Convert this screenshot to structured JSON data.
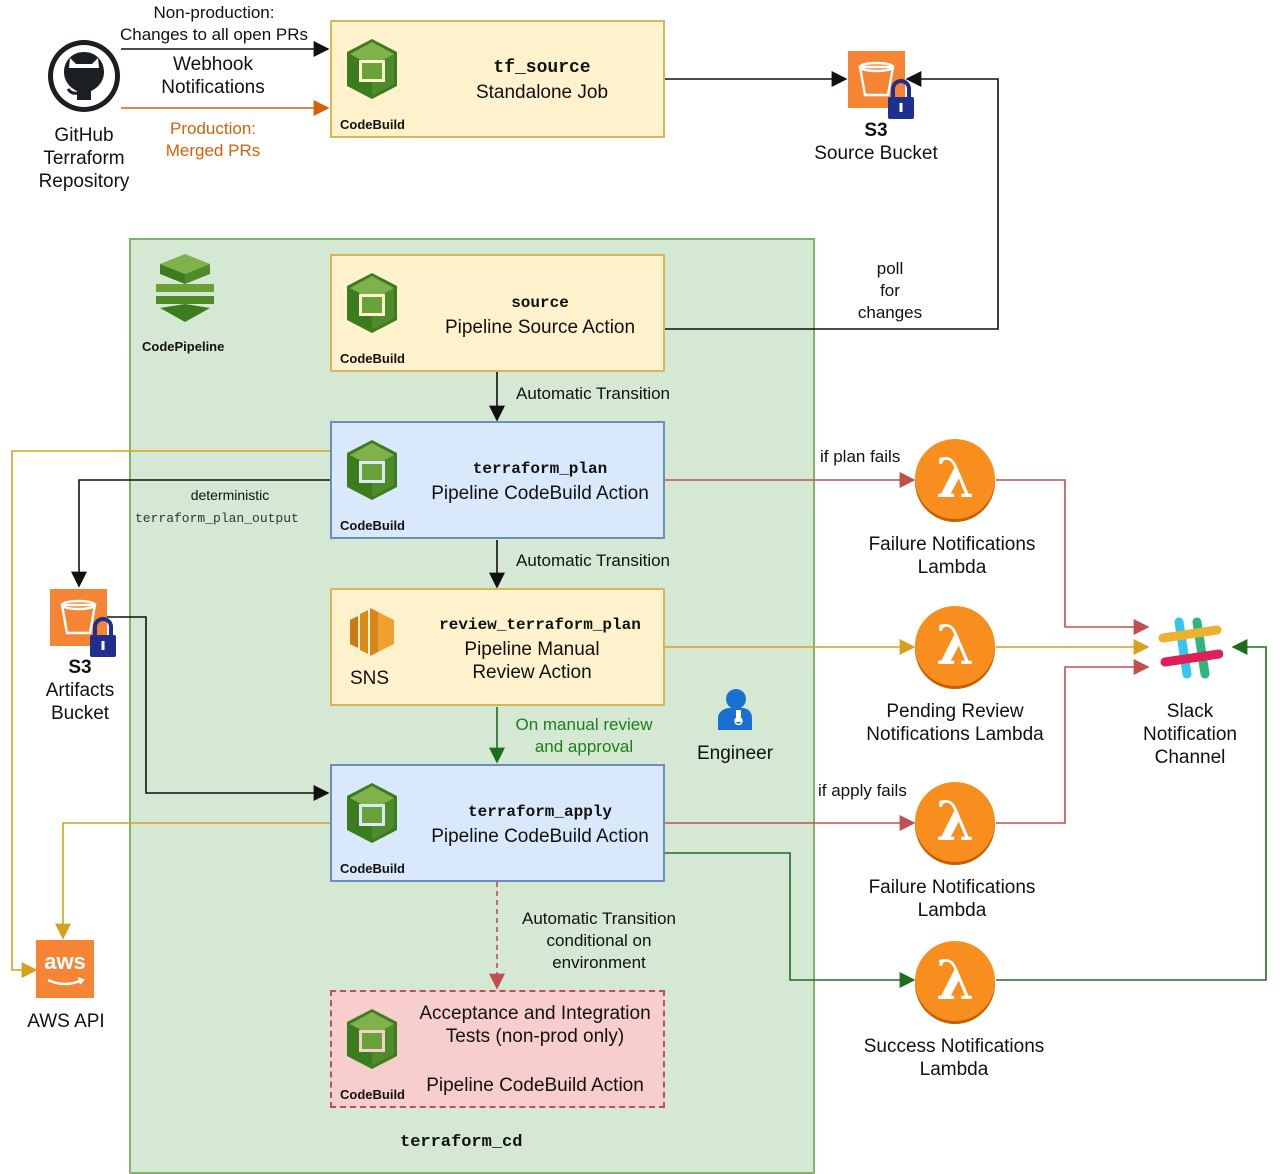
{
  "github": {
    "label_lines": [
      "GitHub",
      "Terraform",
      "Repository"
    ]
  },
  "edges": {
    "nonprod": [
      "Non-production:",
      "Changes to all open PRs"
    ],
    "webhook": [
      "Webhook",
      "Notifications"
    ],
    "prod": [
      "Production:",
      "Merged PRs"
    ],
    "poll": [
      "poll",
      "for",
      "changes"
    ],
    "auto1": "Automatic Transition",
    "auto2": "Automatic Transition",
    "manual": [
      "On manual review",
      "and approval"
    ],
    "auto3": [
      "Automatic Transition",
      "conditional on",
      "environment"
    ],
    "plan_fails": "if plan fails",
    "apply_fails": "if apply fails",
    "deterministic": "deterministic",
    "plan_output": "terraform_plan_output"
  },
  "tf_source": {
    "name": "tf_source",
    "desc": "Standalone Job",
    "service": "CodeBuild"
  },
  "s3_source": {
    "title": "S3",
    "label": "Source Bucket"
  },
  "pipeline": {
    "service": "CodePipeline",
    "name": "terraform_cd"
  },
  "stages": {
    "source": {
      "name": "source",
      "desc": "Pipeline Source Action",
      "service": "CodeBuild"
    },
    "plan": {
      "name": "terraform_plan",
      "desc": "Pipeline CodeBuild Action",
      "service": "CodeBuild"
    },
    "review": {
      "name": "review_terraform_plan",
      "desc_lines": [
        "Pipeline Manual",
        "Review Action"
      ],
      "service": "SNS"
    },
    "apply": {
      "name": "terraform_apply",
      "desc": "Pipeline CodeBuild Action",
      "service": "CodeBuild"
    },
    "tests": {
      "desc_lines": [
        "Acceptance and Integration",
        "Tests (non-prod only)"
      ],
      "desc2": "Pipeline CodeBuild Action",
      "service": "CodeBuild"
    }
  },
  "s3_artifacts": {
    "title": "S3",
    "label_lines": [
      "Artifacts",
      "Bucket"
    ]
  },
  "aws_api": {
    "logo": "aws",
    "label": "AWS API"
  },
  "engineer": {
    "label": "Engineer"
  },
  "lambdas": {
    "plan_failure": [
      "Failure Notifications",
      "Lambda"
    ],
    "pending_review": [
      "Pending Review",
      "Notifications Lambda"
    ],
    "apply_failure": [
      "Failure Notifications",
      "Lambda"
    ],
    "success": [
      "Success Notifications",
      "Lambda"
    ]
  },
  "slack": {
    "label_lines": [
      "Slack",
      "Notification",
      "Channel"
    ]
  },
  "colors": {
    "black": "#111111",
    "orange": "#d6600a",
    "red": "#c0504d",
    "gold": "#d6a21e",
    "green": "#1e6e1e"
  }
}
